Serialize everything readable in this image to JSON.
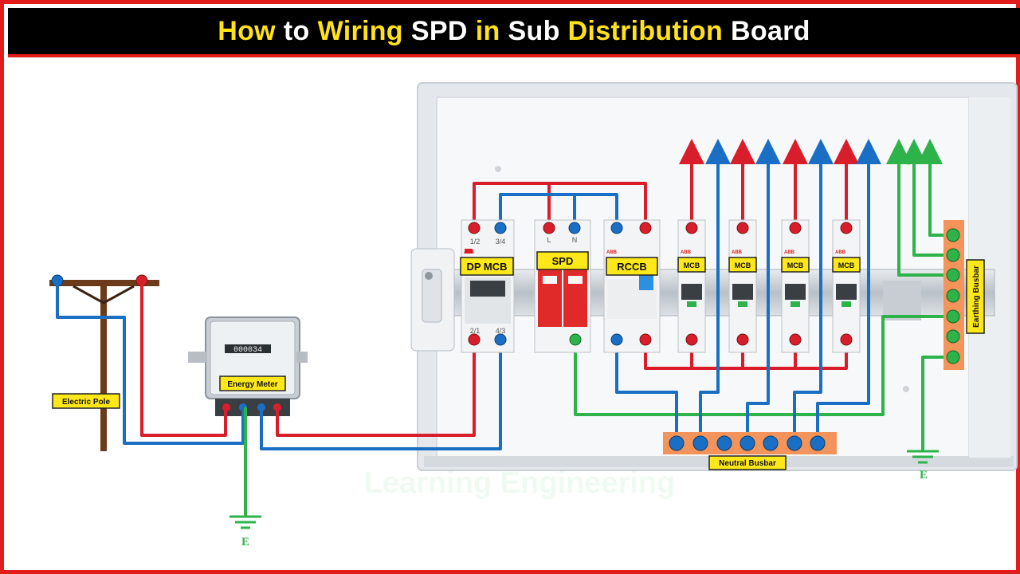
{
  "title": {
    "words": [
      "How",
      "to",
      "Wiring",
      "SPD",
      "in",
      "Sub",
      "Distribution",
      "Board"
    ],
    "word_colors": [
      "#ffe21a",
      "#ffffff",
      "#ffe21a",
      "#ffffff",
      "#ffe21a",
      "#ffffff",
      "#ffe21a",
      "#ffffff"
    ]
  },
  "labels": {
    "electric_pole": "Electric Pole",
    "energy_meter": "Energy Meter",
    "dp_mcb": "DP MCB",
    "spd": "SPD",
    "rccb": "RCCB",
    "mcb": "MCB",
    "neutral_busbar": "Neutral Busbar",
    "earthing_busbar": "Earthing Busbar",
    "earth_symbol": "E",
    "watermark": "Learning Engineering",
    "meter_reading": "000034",
    "brand": "ABB"
  },
  "terminals": {
    "dp_top": [
      "1/2",
      "3/4"
    ],
    "dp_bottom": [
      "2/1",
      "4/3"
    ],
    "spd_top": [
      "L",
      "N"
    ]
  },
  "colors": {
    "phase": "#d81e2a",
    "neutral": "#1a6fc4",
    "earth": "#2db34a",
    "label_bg": "#ffe81a",
    "busbar": "#f4935a",
    "frame": "#e21b1b"
  }
}
